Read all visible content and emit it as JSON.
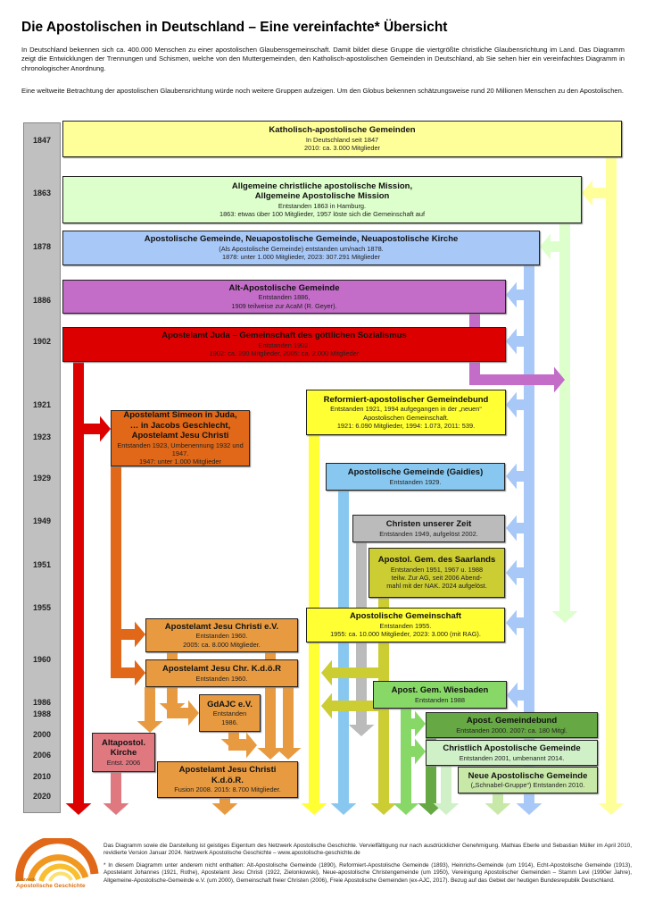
{
  "title": "Die Apostolischen in Deutschland – Eine vereinfachte* Übersicht",
  "intro": [
    "In Deutschland bekennen sich ca. 400.000 Menschen zu einer apostolischen Glaubensgemeinschaft. Damit bildet diese Gruppe die viertgrößte christliche Glaubensrichtung im Land. Das Diagramm zeigt die Entwicklungen der Trennungen und Schismen, welche von den Muttergemeinden, den Katholisch-apostolischen Gemeinden in Deutschland, ab Sie sehen hier ein vereinfachtes Diagramm in chronologischer Anordnung.",
    "Eine weltweite Betrachtung der apostolischen Glaubensrichtung würde noch weitere Gruppen aufzeigen. Um den Globus bekennen schätzungsweise rund 20 Millionen Menschen zu den Apostolischen."
  ],
  "years": [
    "1847",
    "1863",
    "1878",
    "1886",
    "1902",
    "1921",
    "1923",
    "1929",
    "1949",
    "1951",
    "1955",
    "1960",
    "1986",
    "1988",
    "2000",
    "2006",
    "2010",
    "2020"
  ],
  "boxes": [
    {
      "title": "Katholisch-apostolische Gemeinden",
      "lines": [
        "In Deutschland seit 1847",
        "2010: ca. 3.000 Mitglieder"
      ],
      "color": "#ffff99"
    },
    {
      "title": "Allgemeine christliche apostolische Mission,",
      "title2": "Allgemeine Apostolische Mission",
      "lines": [
        "Entstanden 1863 in Hamburg.",
        "1863: etwas über 100 Mitglieder, 1957 löste sich die Gemeinschaft auf"
      ],
      "color": "#ddffcc"
    },
    {
      "title": "Apostolische Gemeinde, Neuapostolische Gemeinde, Neuapostolische Kirche",
      "lines": [
        "(Als Apostolische Gemeinde) entstanden um/nach 1878.",
        "1878: unter 1.000 Mitglieder, 2023: 307.291 Mitglieder"
      ],
      "color": "#a8c8f8"
    },
    {
      "title": "Alt-Apostolische Gemeinde",
      "lines": [
        "Entstanden 1886,",
        "1909 teilweise zur AcaM (R. Geyer)."
      ],
      "color": "#c36cc8"
    },
    {
      "title": "Apostelamt Juda – Gemeinschaft des göttlichen Sozialismus",
      "lines": [
        "Entstanden 1902.",
        "1902: ca. 200 Mitglieder, 2005: ca. 2.000 Mitglieder"
      ],
      "color": "#dd0000"
    },
    {
      "title": "Reformiert-apostolischer Gemeindebund",
      "lines": [
        "Entstanden 1921, 1994 aufgegangen in der „neuen“",
        "Apostolischen Gemeinschaft.",
        "1921: 6.090 Mitglieder, 1994: 1.073, 2011: 539."
      ],
      "color": "#ffff33"
    },
    {
      "title": "Apostelamt Simeon in Juda,",
      "title2": "… in Jacobs Geschlecht,",
      "title3": "Apostelamt Jesu Christi",
      "lines": [
        "Entstanden 1923, Umbenennung 1932 und 1947.",
        "1947: unter 1.000 Mitglieder"
      ],
      "color": "#e06818"
    },
    {
      "title": "Apostolische Gemeinde (Gaidies)",
      "lines": [
        "Entstanden 1929."
      ],
      "color": "#88c8f0"
    },
    {
      "title": "Christen unserer Zeit",
      "lines": [
        "Entstanden 1949, aufgelöst 2002."
      ],
      "color": "#bbbbbb"
    },
    {
      "title": "Apostol. Gem. des Saarlands",
      "lines": [
        "Entstanden 1951, 1967 u. 1988",
        "teilw. Zur AG, seit 2006 Abend-",
        "mahl mit der NAK. 2024 aufgelöst."
      ],
      "color": "#cccc33"
    },
    {
      "title": "Apostolische Gemeinschaft",
      "lines": [
        "Entstanden 1955.",
        "1955: ca. 10.000 Mitglieder, 2023: 3.000 (mit RAG)."
      ],
      "color": "#ffff33"
    },
    {
      "title": "Apostelamt Jesu Christi e.V.",
      "lines": [
        "Entstanden 1960.",
        "2005: ca. 8.000 Mitglieder."
      ],
      "color": "#e89a40"
    },
    {
      "title": "Apostelamt Jesu Chr. K.d.ö.R",
      "lines": [
        "Entstanden 1960."
      ],
      "color": "#e89a40"
    },
    {
      "title": "GdAJC e.V.",
      "lines": [
        "Entstanden",
        "1986."
      ],
      "color": "#e89a40"
    },
    {
      "title": "Altapostol.",
      "title2": "Kirche",
      "lines": [
        "Entst. 2006"
      ],
      "color": "#e07880"
    },
    {
      "title": "Apostelamt Jesu Christi",
      "title2": "K.d.ö.R.",
      "lines": [
        "Fusion 2008. 2015: 8.700 Mitglieder."
      ],
      "color": "#e89a40"
    },
    {
      "title": "Apost. Gem. Wiesbaden",
      "lines": [
        "Entstanden 1988"
      ],
      "color": "#88d868"
    },
    {
      "title": "Apost. Gemeindebund",
      "lines": [
        "Entstanden 2000. 2007: ca. 180 Mitgl."
      ],
      "color": "#66a844"
    },
    {
      "title": "Christlich Apostolische Gemeinde",
      "lines": [
        "Entstanden 2001, umbenannt 2014."
      ],
      "color": "#d0f0c8"
    },
    {
      "title": "Neue Apostolische Gemeinde",
      "lines": [
        "(„Schnabel-Gruppe“) Entstanden 2010."
      ],
      "color": "#c8e8a8"
    }
  ],
  "footer": {
    "copyright": "Das Diagramm sowie die Darstellung ist geistiges Eigentum des Netzwerk Apostolische Geschichte. Vervielfältigung nur nach ausdrücklicher Genehmigung. Mathias Eberle und Sebastian Müller im April 2010, revidierte Version Januar 2024. Netzwerk Apostolische Geschichte – www.apostolische-geschichte.de",
    "note": "* In diesem Diagramm unter anderem nicht enthalten: Alt-Apostolische Gemeinde (1890), Reformiert-Apostolische Gemeinde (1893), Heinrichs-Gemeinde (um 1914), Echt-Apostolische Gemeinde (1913), Apostelamt Johannes (1921, Rothe), Apostelamt Jesu Christi (1922, Zielonkowski), Neue-apostolische Christengemeinde (um 1950), Vereinigung Apostolischer Gemeinden – Stamm Levi (1990er Jahre), Allgemeine-Apostolische-Gemeinde e.V. (um 2000), Gemeinschaft freier Christen (2006), Freie Apostolische Gemeinden (ex-AJC, 2017). Bezug auf das Gebiet der heutigen Bundesrepublik Deutschland.",
    "logo_small": "Netzwerk",
    "logo_main": "Apostolische Geschichte"
  }
}
